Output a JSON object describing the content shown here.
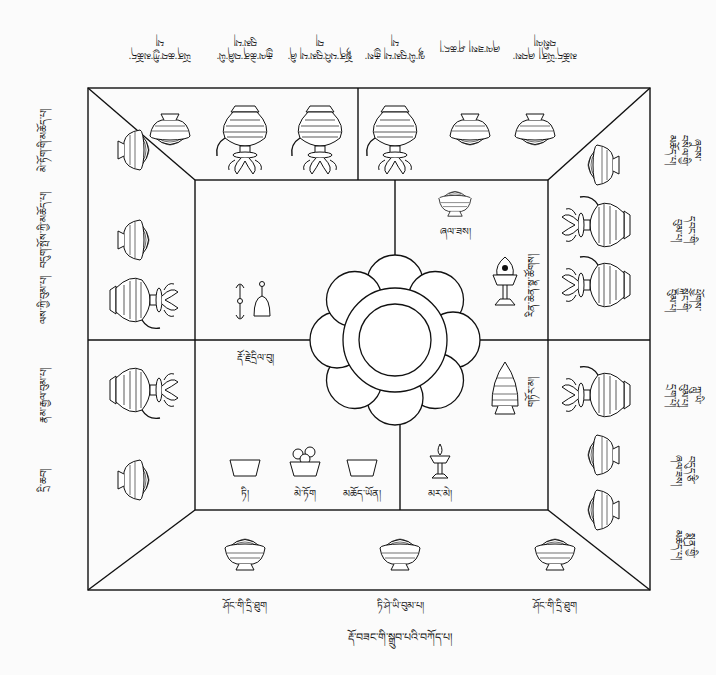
{
  "diagram": {
    "caption": "རྡོ་བཟང་གི་སྒྲུབ་པའི་བཀོད་པ།",
    "labels": [
      "ཡོན་ཆབ་ཀྱི་མཆོད་པ།",
      "རྒྱལ་ཆེན་བཞི་ཡི་བུམ་པ།",
      "སྟོན་པའི་བུམ་པ། ཞི་བ།",
      "ལྷ་ཡི་བུམ་པ། རྒྱས་པ།",
      "ཞལ་ཟས། ཤ་ཆང་།",
      "མཆོད་ཡོན། ཞབས་བསིལ།",
      "ཞབས་བསིལ་གྱི་མཆོད་པ།",
      "དབང་གི་བུམ་པ།",
      "ཕྱོགས་སྐྱོང་གི་བུམ་པ།",
      "ཀླུ་ཡི་བུམ་པ། དྲག་པོ།",
      "བདུད་རྩི་ཞལ་ཟས།",
      "སྨན་གྱི་མཆོད་པ།",
      "མེ་ཏོག་གི་མཆོད་པ།",
      "བདུག་སྤོས་ཀྱི་མཆོད་པ།",
      "ལས་ཀྱི་བུམ་པ།",
      "རྣམ་རྒྱལ་བུམ་པ།",
      "དྲི་ཆབ།",
      "ཤོང་གི་དྲི་ཐུག",
      "ཏི་ཤེ་ཡི་བུམ་པ།",
      "ཤོང་གི་དྲི་ཐུག",
      "ཞལ་ཟས།",
      "རིན་ཆེན་སྣ་ཚོགས།",
      "གཏོར་མ།",
      "རྡོ་རྗེ་དྲིལ་བུ།",
      "ཏི།",
      "མེ་ཏོག",
      "མཆོད་ཡོན།",
      "མར་མེ།"
    ]
  }
}
